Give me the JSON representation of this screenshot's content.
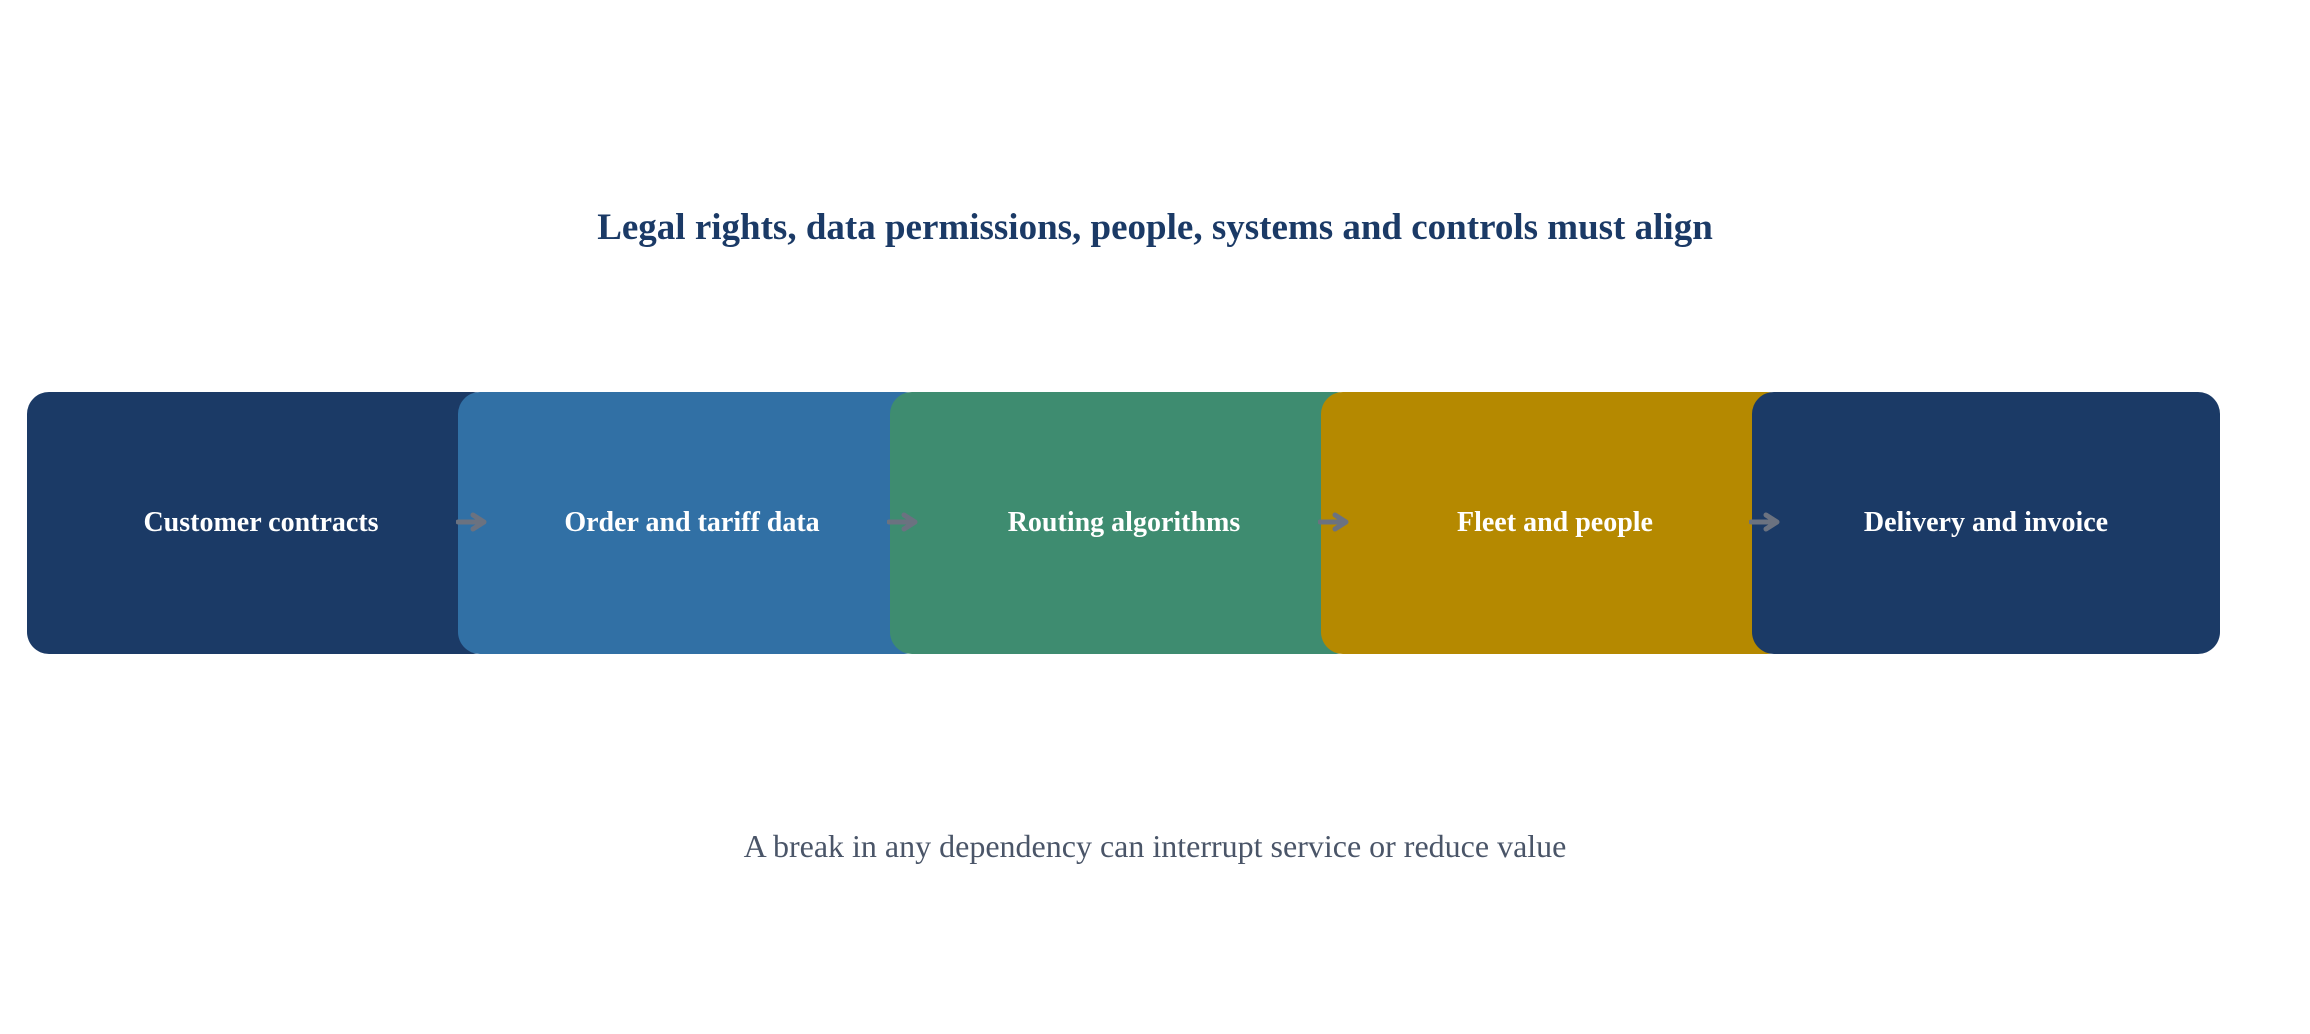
{
  "title": "Legal rights, data permissions, people, systems and controls must align",
  "subtitle": "A break in any dependency can interrupt service or reduce value",
  "steps": [
    {
      "label": "Customer contracts",
      "color": "#1b3a66"
    },
    {
      "label": "Order and tariff data",
      "color": "#3170a5"
    },
    {
      "label": "Routing algorithms",
      "color": "#3e8c70"
    },
    {
      "label": "Fleet and people",
      "color": "#b58900"
    },
    {
      "label": "Delivery and invoice",
      "color": "#1b3a66"
    }
  ],
  "arrow_color": "#6b7280"
}
